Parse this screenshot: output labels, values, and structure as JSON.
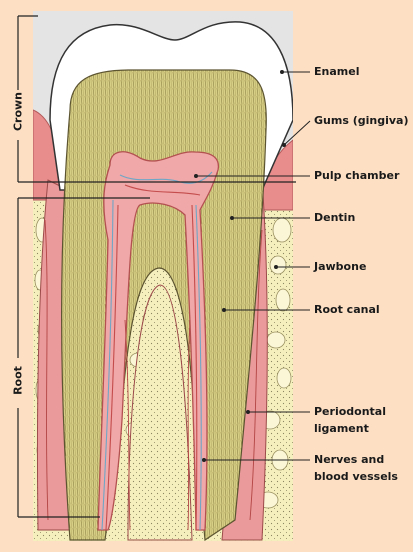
{
  "side_labels": {
    "crown": "Crown",
    "root": "Root"
  },
  "callouts": {
    "enamel": "Enamel",
    "gums": "Gums (gingiva)",
    "pulp_chamber": "Pulp chamber",
    "dentin": "Dentin",
    "jawbone": "Jawbone",
    "root_canal": "Root canal",
    "periodontal_1": "Periodontal",
    "periodontal_2": "ligament",
    "nerves_1": "Nerves and",
    "nerves_2": "blood vessels"
  },
  "colors": {
    "background": "#fde0c4",
    "enamel": "#ffffff",
    "dentin": "#d6cc80",
    "pulp": "#f0a8a8",
    "gums": "#e88c8c",
    "bone": "#f5efbe",
    "vessels": "#6fa6c6"
  }
}
